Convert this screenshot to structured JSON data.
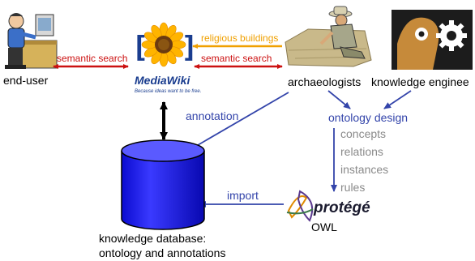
{
  "actors": {
    "end_user": "end-user",
    "archaeologists": "archaeologists",
    "knowledge_engineer": "knowledge enginee"
  },
  "mediawiki": {
    "name": "MediaWiki",
    "tagline": "Because ideas want to be free."
  },
  "edges": {
    "semantic_search_left": "semantic search",
    "semantic_search_right": "semantic search",
    "religious_buildings": "religious buildings",
    "annotation": "annotation",
    "import": "import"
  },
  "ontology": {
    "title": "ontology design",
    "items": [
      "concepts",
      "relations",
      "instances",
      "rules"
    ]
  },
  "protege": {
    "name": "protégé",
    "owl": "OWL"
  },
  "database": {
    "line1": "knowledge database:",
    "line2": "ontology and annotations"
  },
  "colors": {
    "search_arrow": "#cc1111",
    "religious_arrow": "#f0a000",
    "flow_arrow": "#3344aa",
    "db_blue": "#1a1aee",
    "gray_text": "#8a8a8a",
    "black_arrow": "#000000"
  }
}
